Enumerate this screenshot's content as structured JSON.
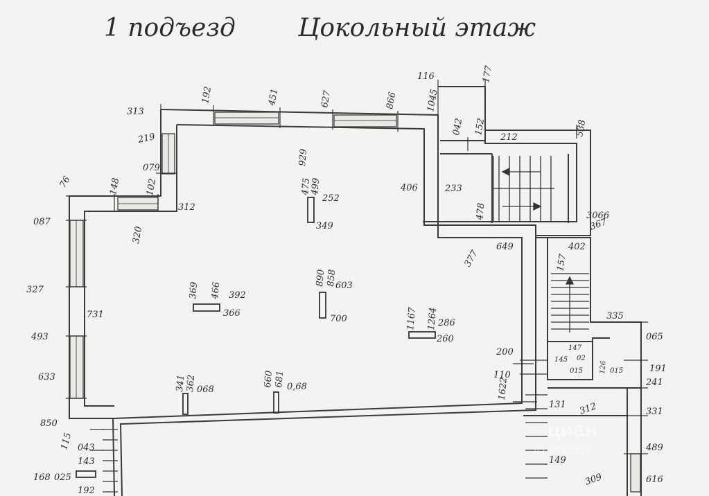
{
  "title": {
    "entrance": "1 подъезд",
    "floor": "Цокольный этаж"
  },
  "watermark": {
    "brand": "циан",
    "id": "ID 1235927"
  },
  "dimensions": [
    {
      "id": "d313",
      "text": "313"
    },
    {
      "id": "d192",
      "text": "192"
    },
    {
      "id": "d451",
      "text": "451"
    },
    {
      "id": "d627",
      "text": "627"
    },
    {
      "id": "d866",
      "text": "866"
    },
    {
      "id": "d116",
      "text": "116"
    },
    {
      "id": "d1045",
      "text": "1045"
    },
    {
      "id": "d177",
      "text": "177"
    },
    {
      "id": "d219",
      "text": "219"
    },
    {
      "id": "d079",
      "text": "079"
    },
    {
      "id": "d042",
      "text": "042"
    },
    {
      "id": "d152",
      "text": "152"
    },
    {
      "id": "d212",
      "text": "212"
    },
    {
      "id": "d538",
      "text": "538"
    },
    {
      "id": "d76",
      "text": "76"
    },
    {
      "id": "d148",
      "text": "148"
    },
    {
      "id": "d102",
      "text": "102"
    },
    {
      "id": "d312",
      "text": "312"
    },
    {
      "id": "d475",
      "text": "475"
    },
    {
      "id": "d929",
      "text": "929"
    },
    {
      "id": "d499",
      "text": "499"
    },
    {
      "id": "d252",
      "text": "252"
    },
    {
      "id": "d349",
      "text": "349"
    },
    {
      "id": "d406",
      "text": "406"
    },
    {
      "id": "d233",
      "text": "233"
    },
    {
      "id": "d478",
      "text": "478"
    },
    {
      "id": "d3066",
      "text": "3066"
    },
    {
      "id": "d367",
      "text": "367"
    },
    {
      "id": "d087",
      "text": "087"
    },
    {
      "id": "d320",
      "text": "320"
    },
    {
      "id": "d327",
      "text": "327"
    },
    {
      "id": "d377",
      "text": "377"
    },
    {
      "id": "d649",
      "text": "649"
    },
    {
      "id": "d402",
      "text": "402"
    },
    {
      "id": "d157",
      "text": "157"
    },
    {
      "id": "d369",
      "text": "369"
    },
    {
      "id": "d466",
      "text": "466"
    },
    {
      "id": "d392",
      "text": "392"
    },
    {
      "id": "d366",
      "text": "366"
    },
    {
      "id": "d890",
      "text": "890"
    },
    {
      "id": "d858",
      "text": "858"
    },
    {
      "id": "d603",
      "text": "603"
    },
    {
      "id": "d700",
      "text": "700"
    },
    {
      "id": "d731",
      "text": "731"
    },
    {
      "id": "d1167",
      "text": "1167"
    },
    {
      "id": "d1264",
      "text": "1264"
    },
    {
      "id": "d286",
      "text": "286"
    },
    {
      "id": "d260",
      "text": "260"
    },
    {
      "id": "d335",
      "text": "335"
    },
    {
      "id": "d065",
      "text": "065"
    },
    {
      "id": "d493",
      "text": "493"
    },
    {
      "id": "d200",
      "text": "200"
    },
    {
      "id": "d147",
      "text": "147"
    },
    {
      "id": "d145",
      "text": "145"
    },
    {
      "id": "d02",
      "text": "02"
    },
    {
      "id": "d015",
      "text": "015"
    },
    {
      "id": "d126",
      "text": "126"
    },
    {
      "id": "d015b",
      "text": "015"
    },
    {
      "id": "d191",
      "text": "191"
    },
    {
      "id": "d241",
      "text": "241"
    },
    {
      "id": "d633",
      "text": "633"
    },
    {
      "id": "d341",
      "text": "341"
    },
    {
      "id": "d362",
      "text": "362"
    },
    {
      "id": "d068",
      "text": "068"
    },
    {
      "id": "d660",
      "text": "660"
    },
    {
      "id": "d681",
      "text": "681"
    },
    {
      "id": "d068b",
      "text": "0,68"
    },
    {
      "id": "d110",
      "text": "110"
    },
    {
      "id": "d1622",
      "text": "1622"
    },
    {
      "id": "d131",
      "text": "131"
    },
    {
      "id": "d312b",
      "text": "312"
    },
    {
      "id": "d331",
      "text": "331"
    },
    {
      "id": "d850",
      "text": "850"
    },
    {
      "id": "d115",
      "text": "115"
    },
    {
      "id": "d043",
      "text": "043"
    },
    {
      "id": "d143",
      "text": "143"
    },
    {
      "id": "d489",
      "text": "489"
    },
    {
      "id": "d149",
      "text": "149"
    },
    {
      "id": "d168",
      "text": "168"
    },
    {
      "id": "d025",
      "text": "025"
    },
    {
      "id": "d192b",
      "text": "192"
    },
    {
      "id": "d309",
      "text": "309"
    },
    {
      "id": "d616",
      "text": "616"
    }
  ]
}
